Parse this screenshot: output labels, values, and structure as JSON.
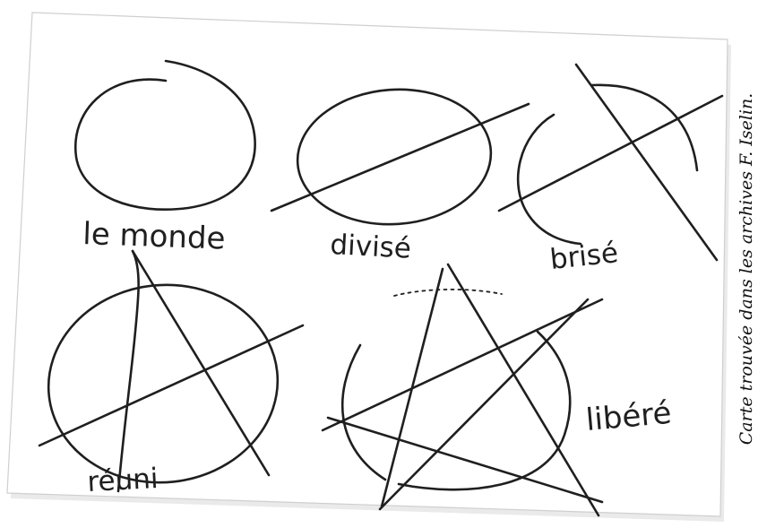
{
  "card": {
    "labels": {
      "le_monde": "le monde",
      "divise": "divisé",
      "brise": "brisé",
      "reuni": "réuni",
      "libere": "libéré"
    }
  },
  "caption": "Carte trouvée dans les archives F. Iselin."
}
